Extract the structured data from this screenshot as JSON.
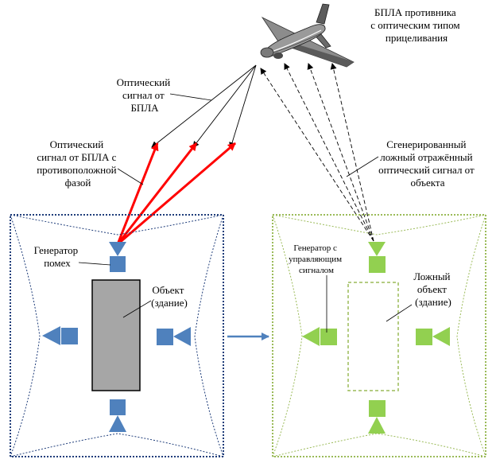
{
  "labels": {
    "enemy_uav": [
      "БПЛА противника",
      "с оптическим типом",
      "прицеливания"
    ],
    "optical_signal": [
      "Оптический",
      "сигнал от",
      "БПЛА"
    ],
    "antiphase_signal": [
      "Оптический",
      "сигнал от БПЛА с",
      "противоположной",
      "фазой"
    ],
    "false_reflected_signal": [
      "Сгенерированный",
      "ложный отражённый",
      "оптический сигнал от",
      "объекта"
    ],
    "jammer": [
      "Генератор",
      "помех"
    ],
    "object": [
      "Объект",
      "(здание)"
    ],
    "controlled_generator": [
      "Генератор с",
      "управляющим",
      "сигналом"
    ],
    "false_object": [
      "Ложный",
      "объект",
      "(здание)"
    ]
  },
  "colors": {
    "left_device": "#4f81bd",
    "right_device": "#92d050",
    "left_border": "#1f3d7a",
    "right_border": "#9bbb59",
    "red_signal": "#ff0000",
    "building": "#a6a6a6",
    "transition_arrow": "#4f81bd"
  }
}
